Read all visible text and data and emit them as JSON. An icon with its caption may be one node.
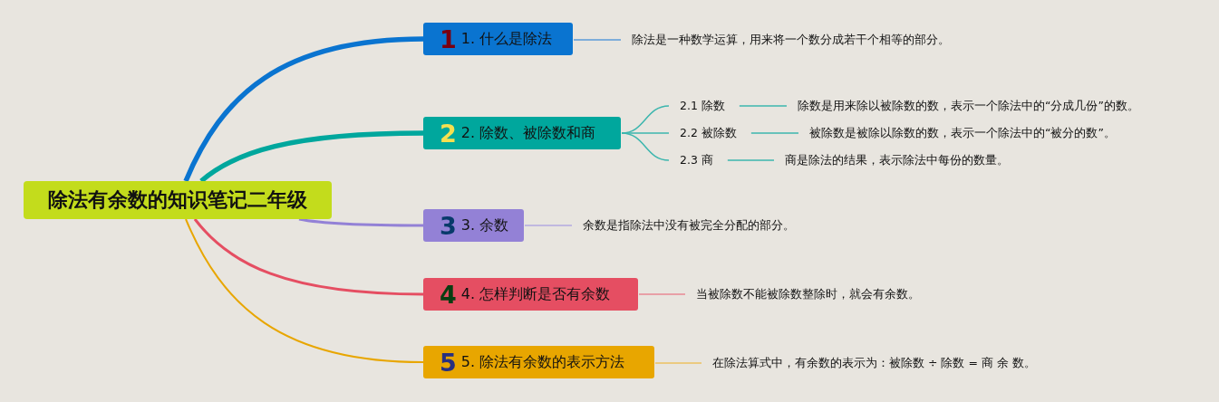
{
  "diagram": {
    "nodes": [
      {
        "text": [
          "除法有余数的知识笔记二年级"
        ]
      },
      {
        "text": [
          "1",
          "1. 什么是除法"
        ]
      },
      {
        "text": [
          "2",
          "2. 除数、被除数和商"
        ]
      },
      {
        "text": [
          "3",
          "3. 余数"
        ]
      },
      {
        "text": [
          "4",
          "4. 怎样判断是否有余数"
        ]
      },
      {
        "text": [
          "5",
          "5. 除法有余数的表示方法"
        ]
      },
      {
        "text": [
          "除法是一种数学运算，用来将一个数分成若干个相等的部分。"
        ]
      },
      {
        "text": [
          "2.1 除数"
        ]
      },
      {
        "text": [
          "2.2 被除数"
        ]
      },
      {
        "text": [
          "2.3 商"
        ]
      },
      {
        "text": [
          "除数是用来除以被除数的数，表示一个除法中的“分成几份”的数。"
        ]
      },
      {
        "text": [
          "被除数是被除以除数的数，表示一个除法中的“被分的数”。"
        ]
      },
      {
        "text": [
          "商是除法的结果，表示除法中每份的数量。"
        ]
      },
      {
        "text": [
          "余数是指除法中没有被完全分配的部分。"
        ]
      },
      {
        "text": [
          "当被除数不能被除数整除时，就会有余数。"
        ]
      },
      {
        "text": [
          "在除法算式中，有余数的表示为：被除数 ÷ 除数 = 商 余 数。"
        ]
      }
    ],
    "edges": [
      {
        "from": 0,
        "to": 1,
        "arrow": "none",
        "style": "thick",
        "color": "#0a74d0"
      },
      {
        "from": 0,
        "to": 2,
        "arrow": "none",
        "style": "thick",
        "color": "#00a79d"
      },
      {
        "from": 0,
        "to": 3,
        "arrow": "none",
        "color": "#9381d6"
      },
      {
        "from": 0,
        "to": 4,
        "arrow": "none",
        "color": "#e54e62"
      },
      {
        "from": 0,
        "to": 5,
        "arrow": "none",
        "color": "#e8a600"
      },
      {
        "from": 1,
        "to": 6,
        "arrow": "none",
        "color": "#5a9ad8"
      },
      {
        "from": 2,
        "to": 7,
        "arrow": "none",
        "color": "#3cb6ae"
      },
      {
        "from": 2,
        "to": 8,
        "arrow": "none",
        "color": "#3cb6ae"
      },
      {
        "from": 2,
        "to": 9,
        "arrow": "none",
        "color": "#3cb6ae"
      },
      {
        "from": 7,
        "to": 10,
        "arrow": "none",
        "color": "#3cb6ae"
      },
      {
        "from": 8,
        "to": 11,
        "arrow": "none",
        "color": "#3cb6ae"
      },
      {
        "from": 9,
        "to": 12,
        "arrow": "none",
        "color": "#3cb6ae"
      },
      {
        "from": 3,
        "to": 13,
        "arrow": "none",
        "color": "#b3a8e0"
      },
      {
        "from": 4,
        "to": 14,
        "arrow": "none",
        "color": "#e88894"
      },
      {
        "from": 5,
        "to": 15,
        "arrow": "none",
        "color": "#ecc060"
      }
    ]
  }
}
